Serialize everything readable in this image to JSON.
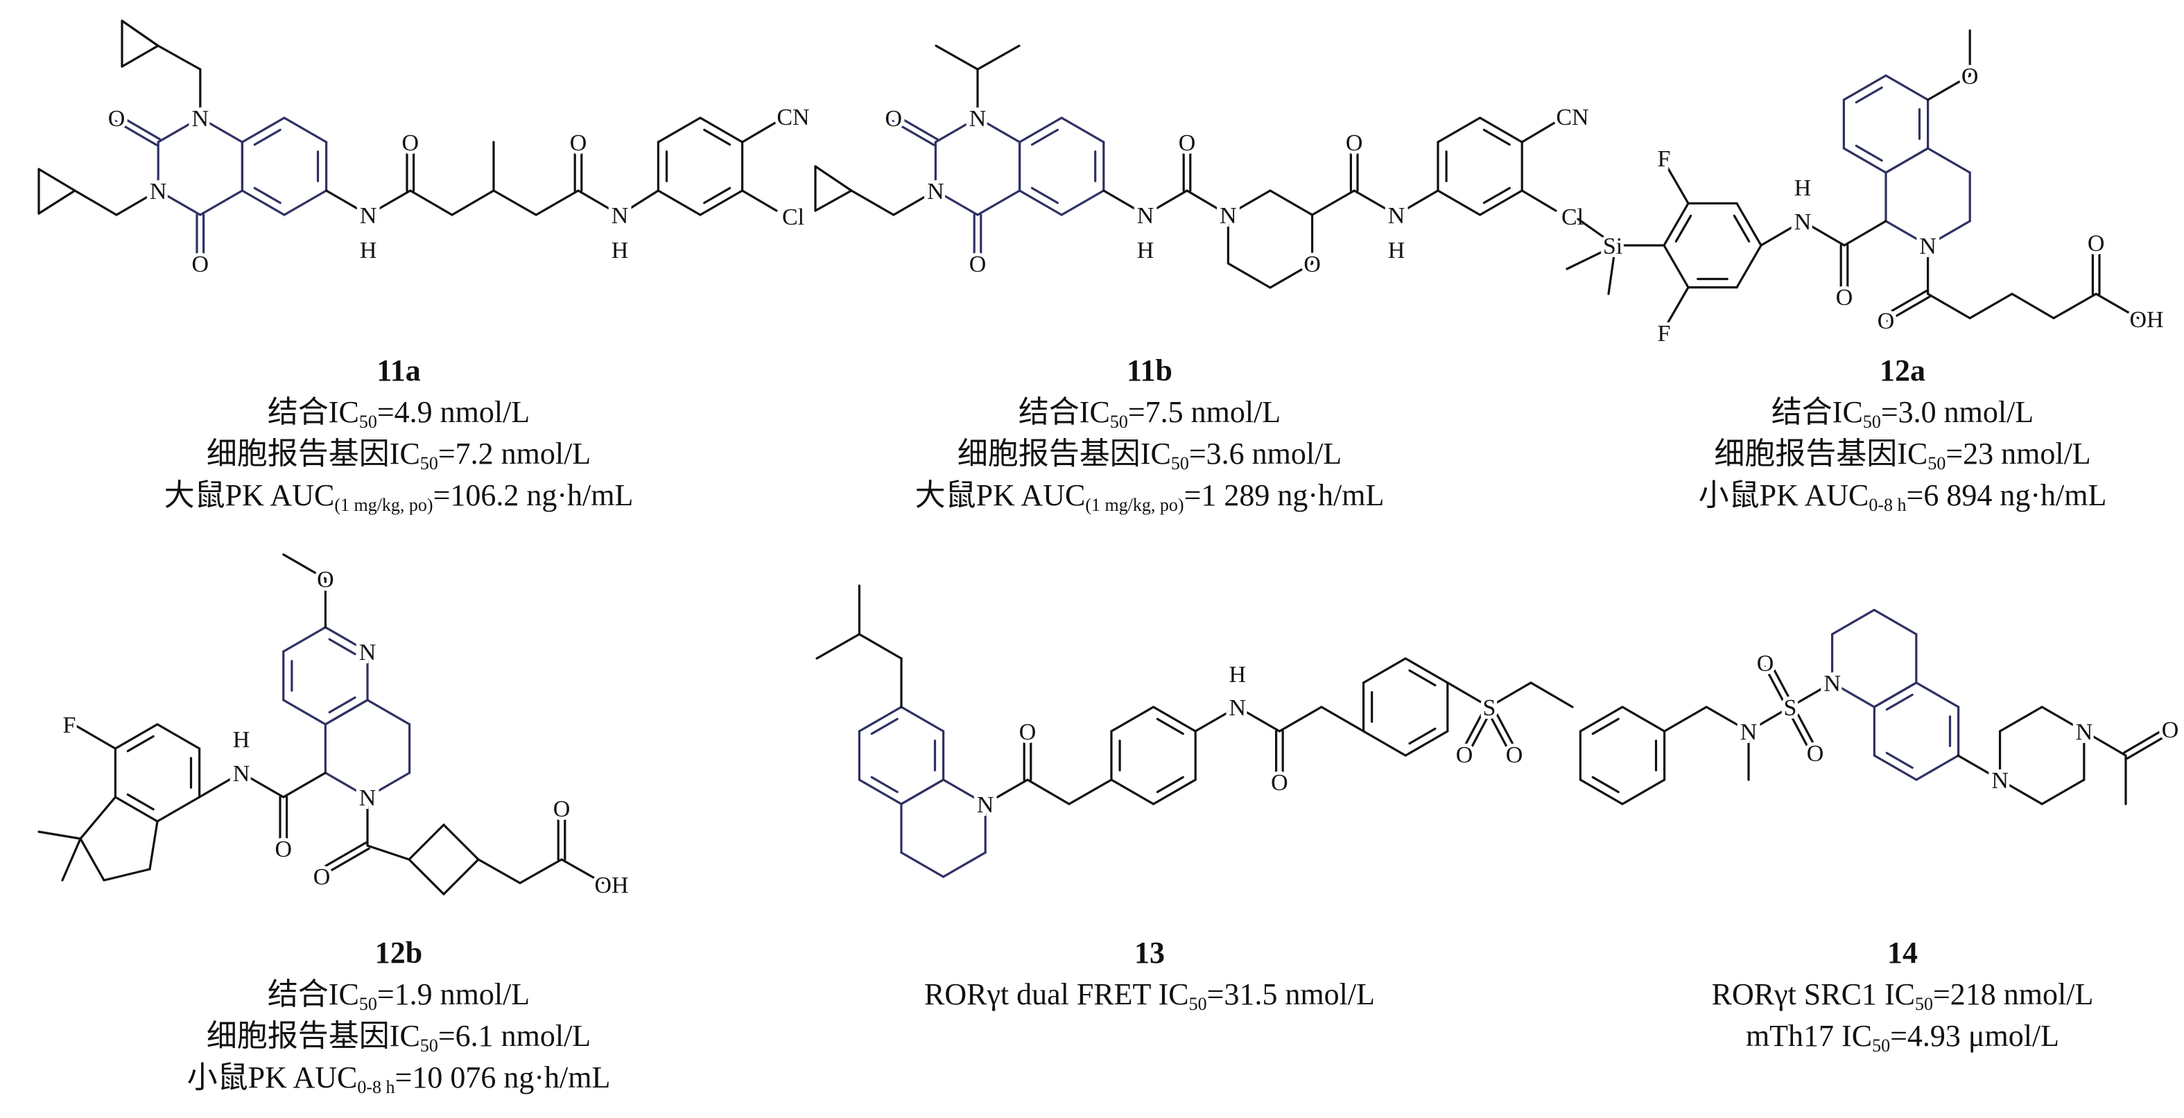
{
  "colors": {
    "highlight": "#2e3163",
    "bond": "#111111"
  },
  "compounds": [
    {
      "id": "11a",
      "atom_labels": [
        "N",
        "N",
        "O",
        "O",
        "N",
        "H",
        "O",
        "O",
        "N",
        "H",
        "CN",
        "Cl"
      ],
      "lines": [
        {
          "pre": "结合IC",
          "sub": "50",
          "post": "=4.9 nmol/L"
        },
        {
          "pre": "细胞报告基因IC",
          "sub": "50",
          "post": "=7.2 nmol/L"
        },
        {
          "pre": "大鼠PK AUC",
          "sub": "(1 mg/kg, po)",
          "post": "=106.2 ng·h/mL"
        }
      ]
    },
    {
      "id": "11b",
      "atom_labels": [
        "N",
        "N",
        "O",
        "O",
        "N",
        "H",
        "O",
        "N",
        "O",
        "O",
        "N",
        "H",
        "CN",
        "Cl"
      ],
      "lines": [
        {
          "pre": "结合IC",
          "sub": "50",
          "post": "=7.5 nmol/L"
        },
        {
          "pre": "细胞报告基因IC",
          "sub": "50",
          "post": "=3.6 nmol/L"
        },
        {
          "pre": "大鼠PK AUC",
          "sub": "(1 mg/kg, po)",
          "post": "=1 289 ng·h/mL"
        }
      ]
    },
    {
      "id": "12a",
      "atom_labels": [
        "F",
        "Si",
        "F",
        "N",
        "H",
        "O",
        "N",
        "O",
        "O",
        "OH",
        "O"
      ],
      "lines": [
        {
          "pre": "结合IC",
          "sub": "50",
          "post": "=3.0 nmol/L"
        },
        {
          "pre": "细胞报告基因IC",
          "sub": "50",
          "post": "=23 nmol/L"
        },
        {
          "pre": "小鼠PK AUC",
          "sub": "0-8 h",
          "post": "=6 894 ng·h/mL"
        }
      ]
    },
    {
      "id": "12b",
      "atom_labels": [
        "O",
        "N",
        "F",
        "N",
        "H",
        "O",
        "N",
        "O",
        "O",
        "OH"
      ],
      "lines": [
        {
          "pre": "结合IC",
          "sub": "50",
          "post": "=1.9 nmol/L"
        },
        {
          "pre": "细胞报告基因IC",
          "sub": "50",
          "post": "=6.1 nmol/L"
        },
        {
          "pre": "小鼠PK AUC",
          "sub": "0-8 h",
          "post": "=10 076 ng·h/mL"
        }
      ]
    },
    {
      "id": "13",
      "atom_labels": [
        "N",
        "O",
        "N",
        "H",
        "O",
        "S",
        "O",
        "O"
      ],
      "lines": [
        {
          "pre": "RORγt dual FRET IC",
          "sub": "50",
          "post": "=31.5 nmol/L"
        }
      ]
    },
    {
      "id": "14",
      "atom_labels": [
        "N",
        "S",
        "O",
        "O",
        "N",
        "N",
        "N",
        "O"
      ],
      "lines": [
        {
          "pre": "RORγt SRC1 IC",
          "sub": "50",
          "post": "=218 nmol/L"
        },
        {
          "pre": "mTh17 IC",
          "sub": "50",
          "post": "=4.93 μmol/L"
        }
      ]
    }
  ]
}
